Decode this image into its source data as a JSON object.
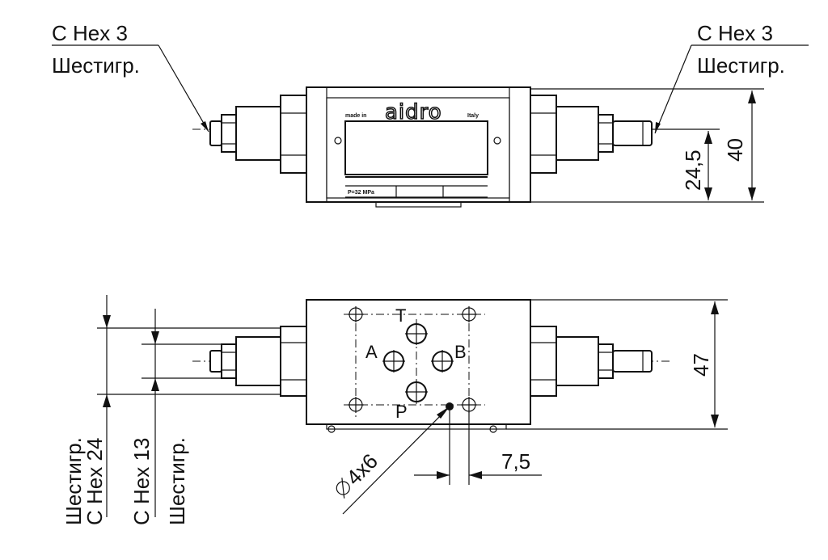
{
  "top_view": {
    "left_callout": {
      "line1": "C Hex 3",
      "line2": "Шестигр."
    },
    "right_callout": {
      "line1": "C Hex 3",
      "line2": "Шестигр."
    },
    "nameplate": {
      "made_in": "made in",
      "brand": "aidro",
      "country": "Italy",
      "pressure": "P=32 MPa"
    },
    "dim_height": "40",
    "dim_center": "24,5"
  },
  "front_view": {
    "ports": {
      "T": "T",
      "A": "A",
      "B": "B",
      "P": "P"
    },
    "dim_height": "47",
    "dim_offset": "7,5",
    "hole_note": "4x6",
    "left_labels": {
      "hex24_line1": "Шестигр.",
      "hex24_line2": "C Hex 24",
      "hex13_line1": "C Hex 13",
      "hex13_line2": "Шестигр."
    }
  }
}
